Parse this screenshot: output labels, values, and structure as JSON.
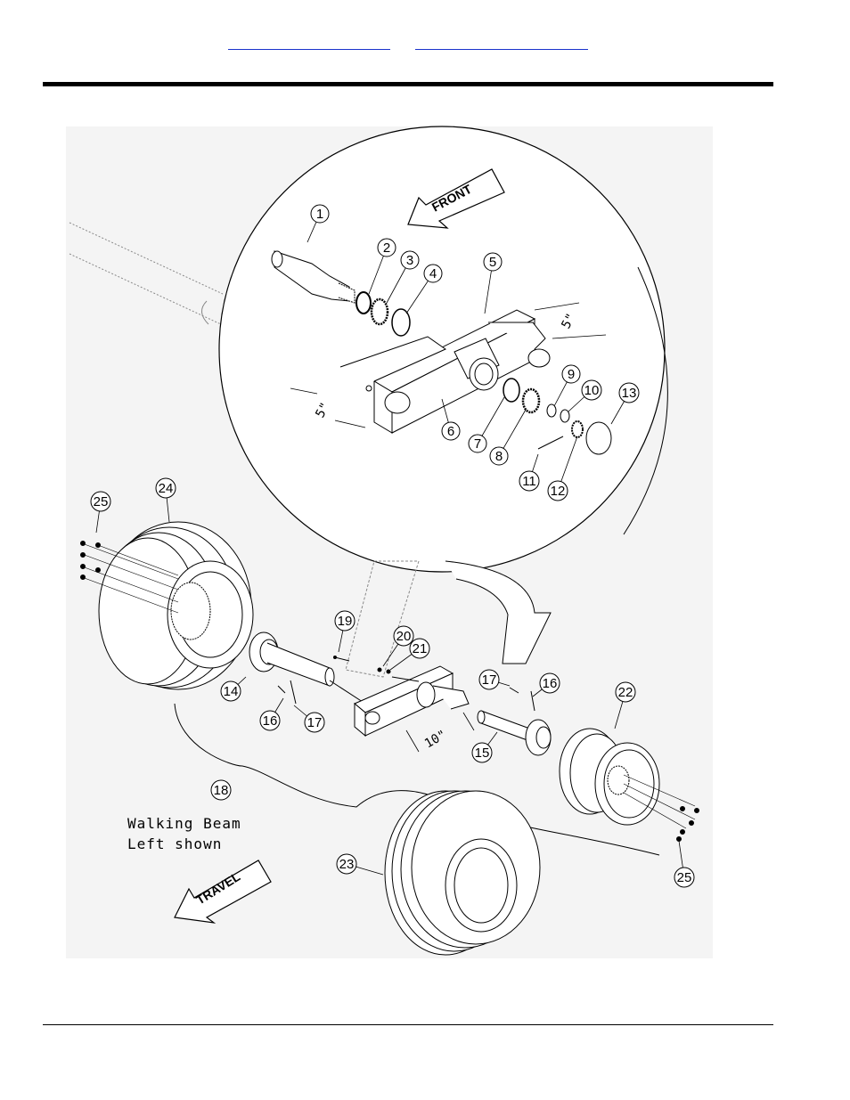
{
  "header": {
    "link_1": "",
    "link_2": ""
  },
  "diagram": {
    "direction_labels": {
      "front": "FRONT",
      "travel": "TRAVEL"
    },
    "dimensions": {
      "upper_right": "5\"",
      "upper_left": "5\"",
      "lower": "10\""
    },
    "note": {
      "line1": "Walking Beam",
      "line2": "Left shown"
    },
    "callouts": [
      "1",
      "2",
      "3",
      "4",
      "5",
      "6",
      "7",
      "8",
      "9",
      "10",
      "11",
      "12",
      "13",
      "14",
      "15",
      "16",
      "16",
      "17",
      "17",
      "18",
      "19",
      "20",
      "21",
      "22",
      "23",
      "24",
      "25",
      "25"
    ]
  }
}
